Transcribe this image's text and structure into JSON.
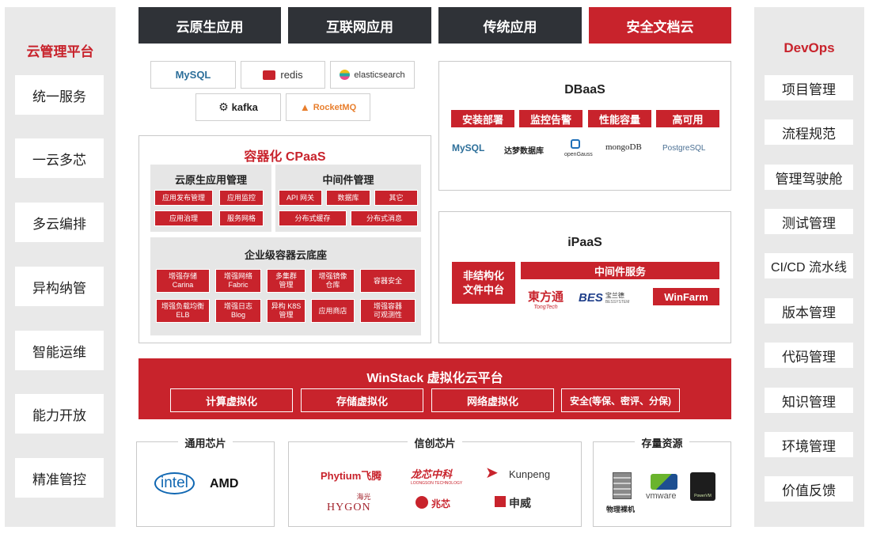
{
  "left_panel": {
    "title": "云管理平台",
    "items": [
      "统一服务",
      "一云多芯",
      "多云编排",
      "异构纳管",
      "智能运维",
      "能力开放",
      "精准管控"
    ]
  },
  "right_panel": {
    "title": "DevOps",
    "items": [
      "项目管理",
      "流程规范",
      "管理驾驶舱",
      "测试管理",
      "CI/CD 流水线",
      "版本管理",
      "代码管理",
      "知识管理",
      "环境管理",
      "价值反馈"
    ]
  },
  "top_tabs": [
    "云原生应用",
    "互联网应用",
    "传统应用",
    "安全文档云"
  ],
  "middleware_logos": [
    "MySQL",
    "redis",
    "elasticsearch",
    "kafka",
    "RocketMQ"
  ],
  "cpaas": {
    "title": "容器化 CPaaS",
    "cloud_native": {
      "title": "云原生应用管理",
      "items": [
        "应用发布管理",
        "应用监控",
        "应用治理",
        "服务网格"
      ]
    },
    "middleware": {
      "title": "中间件管理",
      "items": [
        "API 网关",
        "数据库",
        "其它",
        "分布式缓存",
        "分布式消息"
      ]
    },
    "enterprise": {
      "title": "企业级容器云底座",
      "row1": [
        {
          "line1": "增强存储",
          "line2": "Carina"
        },
        {
          "line1": "增强网络",
          "line2": "Fabric"
        },
        {
          "line1": "多集群",
          "line2": "管理"
        },
        {
          "line1": "增强镜像",
          "line2": "仓库"
        },
        {
          "line1": "容器安全",
          "line2": ""
        }
      ],
      "row2": [
        {
          "line1": "增强负载均衡",
          "line2": "ELB"
        },
        {
          "line1": "增强日志",
          "line2": "Blog"
        },
        {
          "line1": "异构 K8S",
          "line2": "管理"
        },
        {
          "line1": "应用商店",
          "line2": ""
        },
        {
          "line1": "增强容器",
          "line2": "可观测性"
        }
      ]
    }
  },
  "dbaas": {
    "title": "DBaaS",
    "buttons": [
      "安装部署",
      "监控告警",
      "性能容量",
      "高可用"
    ],
    "logos": [
      "MySQL",
      "达梦数据库",
      "openGauss",
      "mongoDB",
      "PostgreSQL"
    ]
  },
  "ipaas": {
    "title": "iPaaS",
    "unstructured": {
      "line1": "非结构化",
      "line2": "文件中台"
    },
    "middleware_service": "中间件服务",
    "logos": [
      "東方通",
      "TongTech",
      "BES",
      "宝兰德",
      "BESSYSTEM"
    ],
    "winfarm": "WinFarm"
  },
  "winstack": {
    "title": "WinStack 虚拟化云平台",
    "items": [
      "计算虚拟化",
      "存储虚拟化",
      "网络虚拟化",
      "安全(等保、密评、分保)"
    ]
  },
  "chips_general": {
    "title": "通用芯片",
    "logos": [
      "intel",
      "AMD"
    ]
  },
  "chips_xinchuang": {
    "title": "信创芯片",
    "logos": [
      "Phytium飞腾",
      "龙芯中科",
      "LOONGSON TECHNOLOGY",
      "Kunpeng",
      "海光",
      "HYGON",
      "兆芯",
      "申威"
    ]
  },
  "stock": {
    "title": "存量资源",
    "items": [
      "物理裸机",
      "vmware",
      "PowerVM"
    ]
  },
  "colors": {
    "accent": "#c8232c",
    "dark": "#2f3237",
    "panel": "#e9e9e9"
  }
}
